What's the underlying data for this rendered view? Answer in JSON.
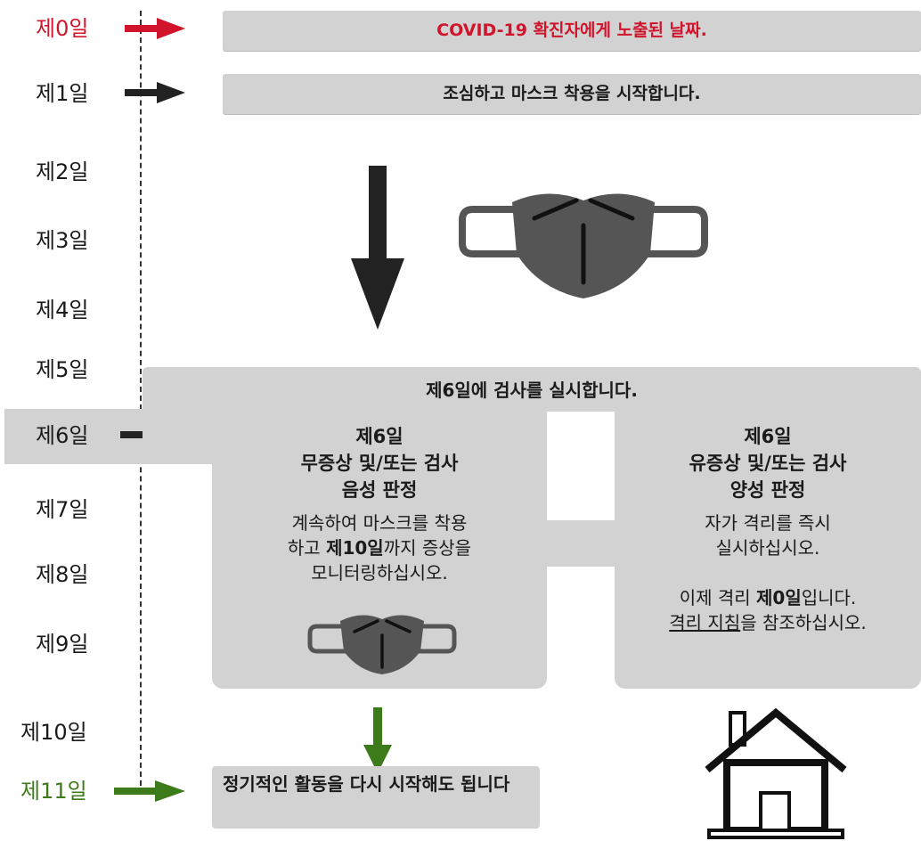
{
  "days": [
    "제0일",
    "제1일",
    "제2일",
    "제3일",
    "제4일",
    "제5일",
    "제6일",
    "제7일",
    "제8일",
    "제9일",
    "제10일",
    "제11일"
  ],
  "colors": {
    "day0": "#d0142c",
    "day11": "#3d7a1a",
    "default": "#222222",
    "box": "#d2d2d2",
    "mask": "#555555"
  },
  "banners": {
    "exposed": "COVID-19 확진자에게 노출된 날짜.",
    "mask_start": "조심하고 마스크 착용을 시작합니다.",
    "test_day": "제6일에 검사를 실시합니다.",
    "resume": "정기적인 활동을 다시 시작해도 됩니다"
  },
  "negative": {
    "head1": "제6일",
    "head2": "무증상 및/또는 검사",
    "head3": "음성 판정",
    "body1": "계속하여 마스크를 착용",
    "body2a": "하고 ",
    "body2b": "제10일",
    "body2c": "까지 증상을",
    "body3": "모니터링하십시오."
  },
  "positive": {
    "head1": "제6일",
    "head2": "유증상 및/또는 검사",
    "head3": "양성 판정",
    "body1": "자가 격리를 즉시",
    "body2": "실시하십시오.",
    "body3a": "이제 격리 ",
    "body3b": "제0일",
    "body3c": "입니다.",
    "body4a": "격리 지침",
    "body4b": "을 참조하십시오."
  },
  "icons": [
    "arrow-right-icon",
    "arrow-down-icon",
    "face-mask-icon",
    "house-icon"
  ]
}
